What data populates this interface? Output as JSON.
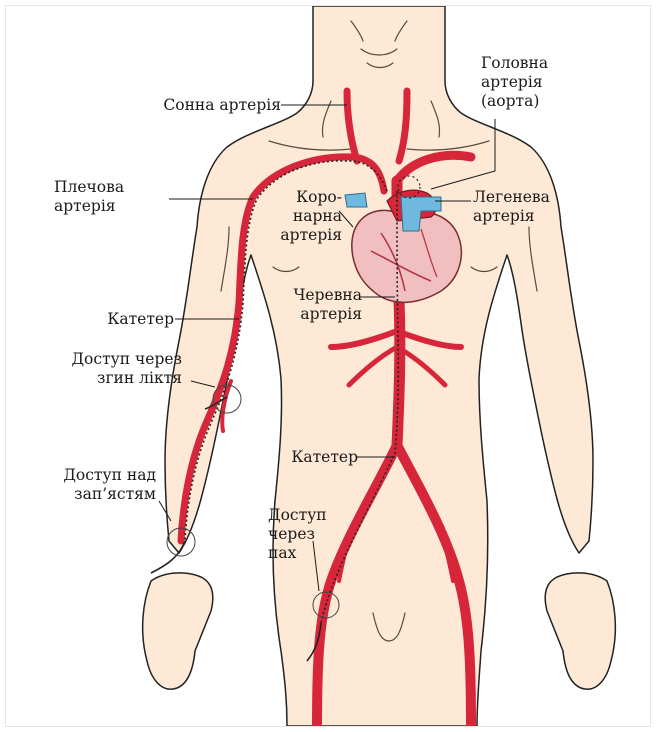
{
  "labels": {
    "carotid": "Сонна артерія",
    "aorta_line1": "Головна",
    "aorta_line2": "артерія",
    "aorta_line3": "(аорта)",
    "brachial_line1": "Плечова",
    "brachial_line2": "артерія",
    "coronary_line1": "Коро-",
    "coronary_line2": "нарна",
    "coronary_line3": "артерія",
    "pulmonary_line1": "Легенева",
    "pulmonary_line2": "артерія",
    "catheter_arm": "Катетер",
    "celiac_line1": "Черевна",
    "celiac_line2": "артерія",
    "elbow_line1": "Доступ через",
    "elbow_line2": "згин ліктя",
    "catheter_body": "Катетер",
    "wrist_line1": "Доступ над",
    "wrist_line2": "зап’ястям",
    "groin_line1": "Доступ",
    "groin_line2": "через",
    "groin_line3": "пах"
  },
  "colors": {
    "skin": "#fde9d5",
    "outline": "#222222",
    "artery": "#d7263a",
    "heart": "#f2bfc0",
    "pulmonary": "#6fb8de"
  }
}
